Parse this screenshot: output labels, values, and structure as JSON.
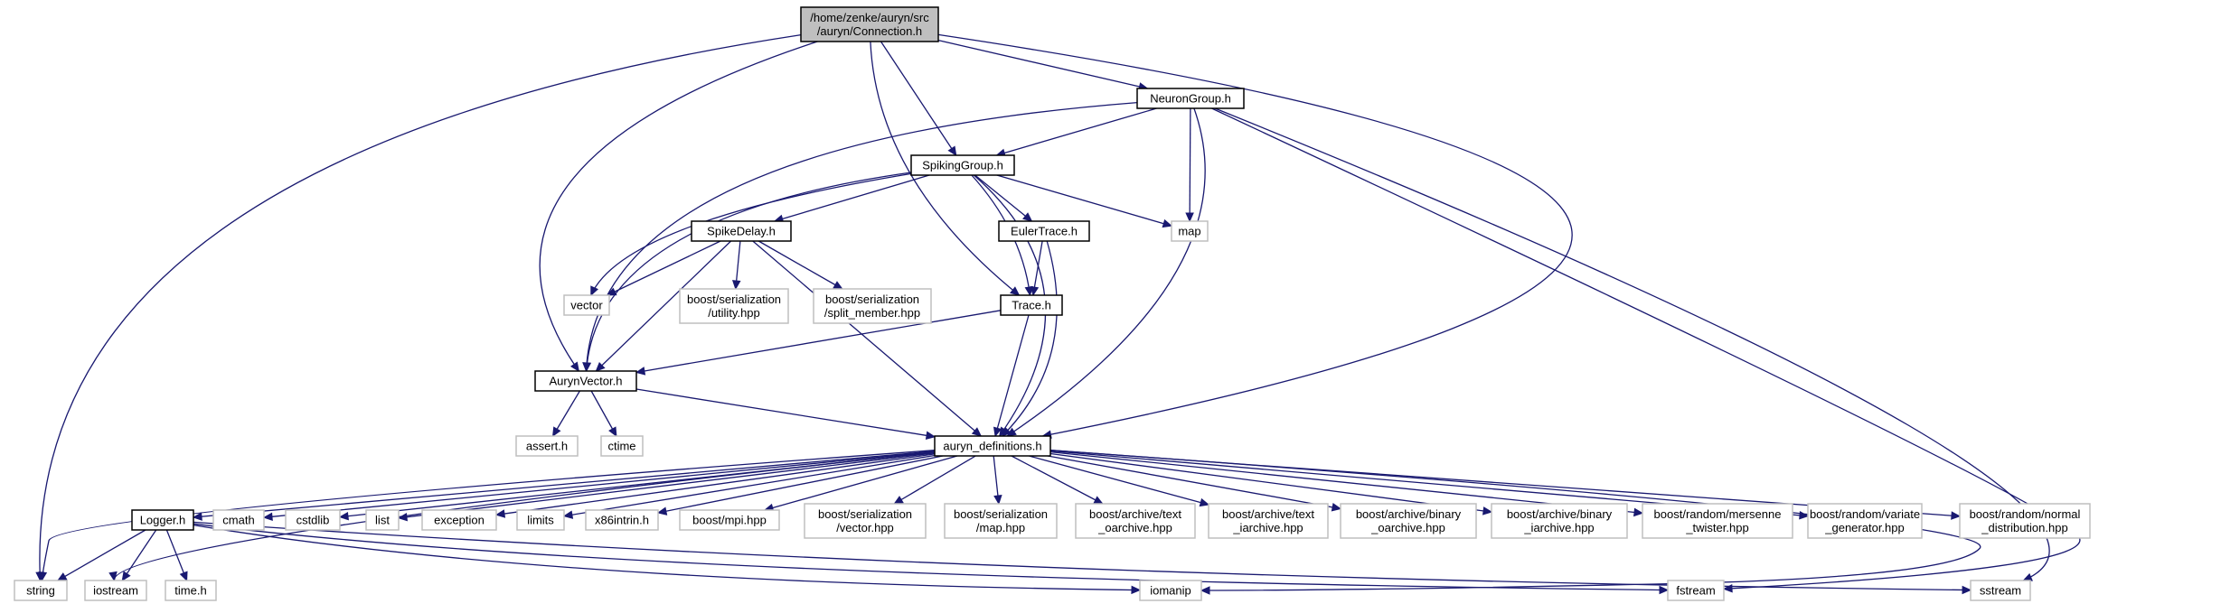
{
  "graph": {
    "title": "/home/zenke/auryn/src/auryn/Connection.h",
    "edge_color": "#191970",
    "root_fill": "#bfbfbf",
    "external_border": "#bfbfbf",
    "nodes": [
      {
        "id": "connection",
        "lines": [
          "/home/zenke/auryn/src",
          "/auryn/Connection.h"
        ],
        "kind": "root"
      },
      {
        "id": "neurongroup",
        "lines": [
          "NeuronGroup.h"
        ],
        "kind": "project"
      },
      {
        "id": "spikinggroup",
        "lines": [
          "SpikingGroup.h"
        ],
        "kind": "project"
      },
      {
        "id": "map",
        "lines": [
          "map"
        ],
        "kind": "external"
      },
      {
        "id": "spikedelay",
        "lines": [
          "SpikeDelay.h"
        ],
        "kind": "project"
      },
      {
        "id": "eulertrace",
        "lines": [
          "EulerTrace.h"
        ],
        "kind": "project"
      },
      {
        "id": "vector",
        "lines": [
          "vector"
        ],
        "kind": "external"
      },
      {
        "id": "bs_utility",
        "lines": [
          "boost/serialization",
          "/utility.hpp"
        ],
        "kind": "external"
      },
      {
        "id": "bs_split",
        "lines": [
          "boost/serialization",
          "/split_member.hpp"
        ],
        "kind": "external"
      },
      {
        "id": "trace",
        "lines": [
          "Trace.h"
        ],
        "kind": "project"
      },
      {
        "id": "aurynvector",
        "lines": [
          "AurynVector.h"
        ],
        "kind": "project"
      },
      {
        "id": "assert",
        "lines": [
          "assert.h"
        ],
        "kind": "external"
      },
      {
        "id": "ctime",
        "lines": [
          "ctime"
        ],
        "kind": "external"
      },
      {
        "id": "defs",
        "lines": [
          "auryn_definitions.h"
        ],
        "kind": "project"
      },
      {
        "id": "logger",
        "lines": [
          "Logger.h"
        ],
        "kind": "project"
      },
      {
        "id": "cmath",
        "lines": [
          "cmath"
        ],
        "kind": "external"
      },
      {
        "id": "cstdlib",
        "lines": [
          "cstdlib"
        ],
        "kind": "external"
      },
      {
        "id": "list",
        "lines": [
          "list"
        ],
        "kind": "external"
      },
      {
        "id": "exception",
        "lines": [
          "exception"
        ],
        "kind": "external"
      },
      {
        "id": "limits",
        "lines": [
          "limits"
        ],
        "kind": "external"
      },
      {
        "id": "x86intrin",
        "lines": [
          "x86intrin.h"
        ],
        "kind": "external"
      },
      {
        "id": "boostmpi",
        "lines": [
          "boost/mpi.hpp"
        ],
        "kind": "external"
      },
      {
        "id": "bs_vector",
        "lines": [
          "boost/serialization",
          "/vector.hpp"
        ],
        "kind": "external"
      },
      {
        "id": "bs_map",
        "lines": [
          "boost/serialization",
          "/map.hpp"
        ],
        "kind": "external"
      },
      {
        "id": "ba_text_o",
        "lines": [
          "boost/archive/text",
          "_oarchive.hpp"
        ],
        "kind": "external"
      },
      {
        "id": "ba_text_i",
        "lines": [
          "boost/archive/text",
          "_iarchive.hpp"
        ],
        "kind": "external"
      },
      {
        "id": "ba_bin_o",
        "lines": [
          "boost/archive/binary",
          "_oarchive.hpp"
        ],
        "kind": "external"
      },
      {
        "id": "ba_bin_i",
        "lines": [
          "boost/archive/binary",
          "_iarchive.hpp"
        ],
        "kind": "external"
      },
      {
        "id": "br_mt",
        "lines": [
          "boost/random/mersenne",
          "_twister.hpp"
        ],
        "kind": "external"
      },
      {
        "id": "br_vg",
        "lines": [
          "boost/random/variate",
          "_generator.hpp"
        ],
        "kind": "external"
      },
      {
        "id": "br_nd",
        "lines": [
          "boost/random/normal",
          "_distribution.hpp"
        ],
        "kind": "external"
      },
      {
        "id": "string",
        "lines": [
          "string"
        ],
        "kind": "external"
      },
      {
        "id": "iostream",
        "lines": [
          "iostream"
        ],
        "kind": "external"
      },
      {
        "id": "timeh",
        "lines": [
          "time.h"
        ],
        "kind": "external"
      },
      {
        "id": "iomanip",
        "lines": [
          "iomanip"
        ],
        "kind": "external"
      },
      {
        "id": "fstream",
        "lines": [
          "fstream"
        ],
        "kind": "external"
      },
      {
        "id": "sstream",
        "lines": [
          "sstream"
        ],
        "kind": "external"
      }
    ],
    "edges": [
      [
        "connection",
        "neurongroup"
      ],
      [
        "connection",
        "spikinggroup"
      ],
      [
        "connection",
        "trace"
      ],
      [
        "connection",
        "aurynvector"
      ],
      [
        "connection",
        "defs"
      ],
      [
        "connection",
        "string"
      ],
      [
        "neurongroup",
        "spikinggroup"
      ],
      [
        "neurongroup",
        "map"
      ],
      [
        "neurongroup",
        "aurynvector"
      ],
      [
        "neurongroup",
        "defs"
      ],
      [
        "neurongroup",
        "fstream"
      ],
      [
        "neurongroup",
        "sstream"
      ],
      [
        "spikinggroup",
        "spikedelay"
      ],
      [
        "spikinggroup",
        "eulertrace"
      ],
      [
        "spikinggroup",
        "trace"
      ],
      [
        "spikinggroup",
        "map"
      ],
      [
        "spikinggroup",
        "vector"
      ],
      [
        "spikinggroup",
        "aurynvector"
      ],
      [
        "spikinggroup",
        "defs"
      ],
      [
        "spikedelay",
        "vector"
      ],
      [
        "spikedelay",
        "bs_utility"
      ],
      [
        "spikedelay",
        "bs_split"
      ],
      [
        "spikedelay",
        "aurynvector"
      ],
      [
        "spikedelay",
        "defs"
      ],
      [
        "eulertrace",
        "trace"
      ],
      [
        "eulertrace",
        "defs"
      ],
      [
        "trace",
        "aurynvector"
      ],
      [
        "trace",
        "defs"
      ],
      [
        "aurynvector",
        "assert"
      ],
      [
        "aurynvector",
        "ctime"
      ],
      [
        "aurynvector",
        "defs"
      ],
      [
        "defs",
        "logger"
      ],
      [
        "defs",
        "cmath"
      ],
      [
        "defs",
        "cstdlib"
      ],
      [
        "defs",
        "list"
      ],
      [
        "defs",
        "exception"
      ],
      [
        "defs",
        "limits"
      ],
      [
        "defs",
        "x86intrin"
      ],
      [
        "defs",
        "boostmpi"
      ],
      [
        "defs",
        "bs_vector"
      ],
      [
        "defs",
        "bs_map"
      ],
      [
        "defs",
        "ba_text_o"
      ],
      [
        "defs",
        "ba_text_i"
      ],
      [
        "defs",
        "ba_bin_o"
      ],
      [
        "defs",
        "ba_bin_i"
      ],
      [
        "defs",
        "br_mt"
      ],
      [
        "defs",
        "br_vg"
      ],
      [
        "defs",
        "br_nd"
      ],
      [
        "defs",
        "string"
      ],
      [
        "defs",
        "iostream"
      ],
      [
        "defs",
        "iomanip"
      ],
      [
        "logger",
        "string"
      ],
      [
        "logger",
        "iostream"
      ],
      [
        "logger",
        "timeh"
      ],
      [
        "logger",
        "iomanip"
      ],
      [
        "logger",
        "fstream"
      ],
      [
        "logger",
        "sstream"
      ]
    ]
  }
}
